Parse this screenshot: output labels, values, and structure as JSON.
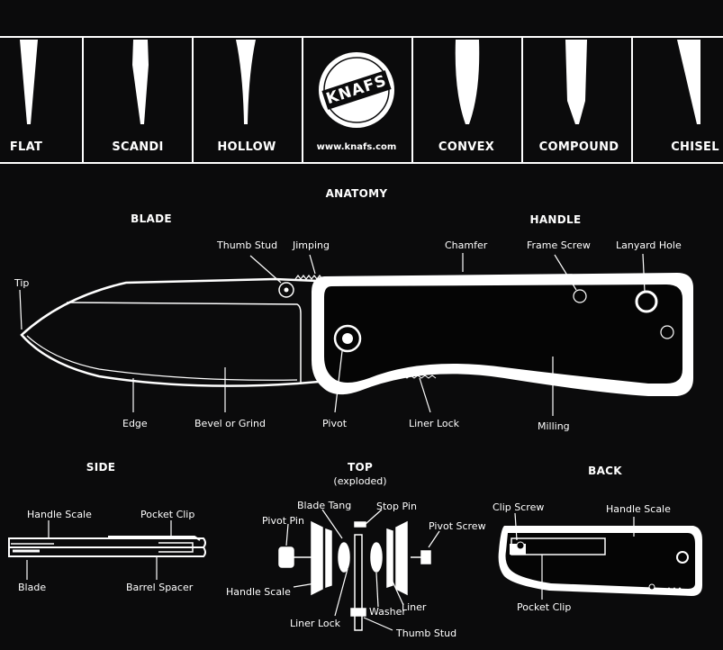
{
  "grinds": [
    {
      "label": "FLAT"
    },
    {
      "label": "SCANDI"
    },
    {
      "label": "HOLLOW"
    },
    {
      "label": "CONVEX"
    },
    {
      "label": "COMPOUND"
    },
    {
      "label": "CHISEL"
    }
  ],
  "logo": {
    "brand": "KNAFS",
    "url": "www.knafs.com"
  },
  "anatomy": {
    "title": "ANATOMY",
    "blade_heading": "BLADE",
    "handle_heading": "HANDLE",
    "labels": {
      "thumb_stud": "Thumb Stud",
      "jimping": "Jimping",
      "chamfer": "Chamfer",
      "frame_screw": "Frame Screw",
      "lanyard_hole": "Lanyard Hole",
      "tip": "Tip",
      "edge": "Edge",
      "bevel": "Bevel or Grind",
      "pivot": "Pivot",
      "liner_lock": "Liner Lock",
      "milling": "Milling"
    }
  },
  "side": {
    "title": "SIDE",
    "labels": {
      "handle_scale": "Handle Scale",
      "pocket_clip": "Pocket Clip",
      "blade": "Blade",
      "barrel_spacer": "Barrel Spacer"
    }
  },
  "top": {
    "title": "TOP",
    "subtitle": "(exploded)",
    "labels": {
      "blade_tang": "Blade Tang",
      "stop_pin": "Stop Pin",
      "pivot_pin": "Pivot Pin",
      "pivot_screw": "Pivot Screw",
      "handle_scale": "Handle Scale",
      "liner": "Liner",
      "washer": "Washer",
      "liner_lock": "Liner Lock",
      "thumb_stud": "Thumb Stud"
    }
  },
  "back": {
    "title": "BACK",
    "labels": {
      "clip_screw": "Clip Screw",
      "handle_scale": "Handle Scale",
      "pocket_clip": "Pocket Clip"
    }
  },
  "colors": {
    "background": "#0b0b0c",
    "line": "#ffffff",
    "handle_fill": "#050505"
  }
}
